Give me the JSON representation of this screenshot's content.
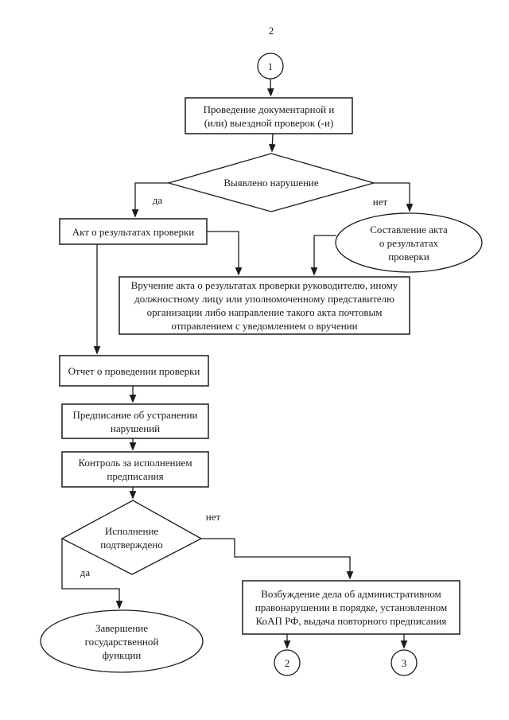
{
  "page": {
    "number": "2",
    "background": "#ffffff",
    "ink": "#1b1b1b"
  },
  "flowchart": {
    "nodes": {
      "start": {
        "shape": "circle",
        "label": "1"
      },
      "conduct_check": {
        "shape": "rect",
        "lines": [
          "Проведение документарной и",
          "(или) выездной проверок (-и)"
        ]
      },
      "violation_found": {
        "shape": "diamond",
        "lines": [
          "Выявлено нарушение"
        ]
      },
      "act_of_results": {
        "shape": "rect",
        "lines": [
          "Акт о результатах проверки"
        ]
      },
      "drawing_up_act": {
        "shape": "ellipse",
        "lines": [
          "Составление акта",
          "о результатах",
          "проверки"
        ]
      },
      "handing_act": {
        "shape": "rect",
        "lines": [
          "Вручение акта о результатах проверки руководителю, иному",
          "должностному лицу или уполномоченному представителю",
          "организации либо направление такого акта почтовым",
          "отправлением с уведомлением о вручении"
        ]
      },
      "report": {
        "shape": "rect",
        "lines": [
          "Отчет о проведении проверки"
        ]
      },
      "prescription": {
        "shape": "rect",
        "lines": [
          "Предписание об устранении",
          "нарушений"
        ]
      },
      "control": {
        "shape": "rect",
        "lines": [
          "Контроль за исполнением",
          "предписания"
        ]
      },
      "execution_confirmed": {
        "shape": "diamond",
        "lines": [
          "Исполнение",
          "подтверждено"
        ]
      },
      "admin_case": {
        "shape": "rect",
        "lines": [
          "Возбуждение дела об административном",
          "правонарушении в порядке, установленном",
          "КоАП РФ, выдача повторного предписания"
        ]
      },
      "completion": {
        "shape": "ellipse",
        "lines": [
          "Завершение",
          "государственной",
          "функции"
        ]
      },
      "exit_2": {
        "shape": "circle",
        "label": "2"
      },
      "exit_3": {
        "shape": "circle",
        "label": "3"
      }
    },
    "edge_labels": {
      "violation_yes": "да",
      "violation_no": "нет",
      "execution_yes": "да",
      "execution_no": "нет"
    }
  }
}
